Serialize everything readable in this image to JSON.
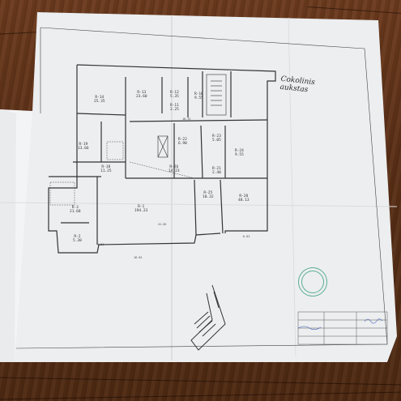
{
  "photo": {
    "floor_color": "#5a3218",
    "paper_color": "#eceef0",
    "line_color": "#3a3a3a",
    "stamp_color": "#3aa079"
  },
  "plan": {
    "handwritten_title_line1": "Cokolinis",
    "handwritten_title_line2": "aukstas",
    "rooms": [
      {
        "code": "R-14",
        "area": "25.35"
      },
      {
        "code": "R-13",
        "area": "23.60"
      },
      {
        "code": "R-12",
        "area": "5.35"
      },
      {
        "code": "R-11",
        "area": "2.25"
      },
      {
        "code": "R-10",
        "area": "9.55"
      },
      {
        "code": "R-19",
        "area": "13.66"
      },
      {
        "code": "R-18",
        "area": "11.25"
      },
      {
        "code": "R-26",
        "area": "14.23"
      },
      {
        "code": "R-22",
        "area": "6.90"
      },
      {
        "code": "R-23",
        "area": "5.05"
      },
      {
        "code": "R-24",
        "area": "9.55"
      },
      {
        "code": "R-21",
        "area": "2.40"
      },
      {
        "code": "R-25",
        "area": "10.32"
      },
      {
        "code": "R-28",
        "area": "48.13"
      },
      {
        "code": "R-1",
        "area": "194.23"
      },
      {
        "code": "R-3",
        "area": "21.68"
      },
      {
        "code": "R-2",
        "area": "5.38"
      }
    ],
    "dims": [
      "16.81",
      "41.02",
      "4.51",
      "10.31",
      "6.01"
    ]
  }
}
